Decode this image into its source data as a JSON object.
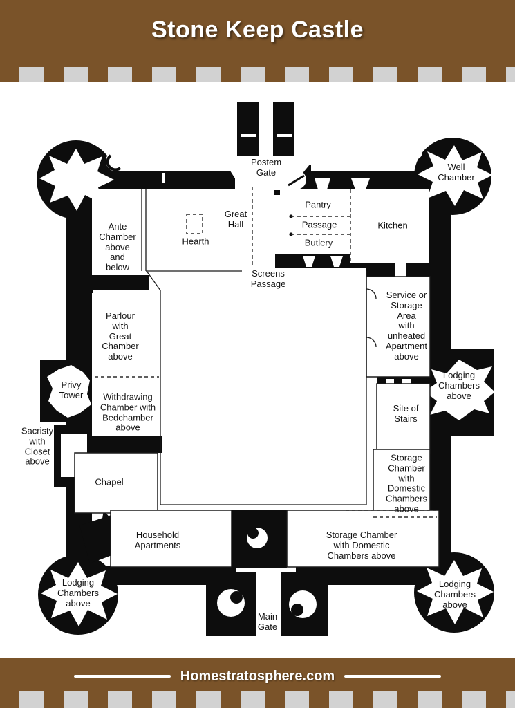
{
  "header": {
    "title": "Stone Keep Castle"
  },
  "footer": {
    "site_name": "Homestratosphere.com"
  },
  "colors": {
    "band_brown": "#7a5329",
    "battlement_gray": "#d2d2d2",
    "wall_black": "#0d0d0d",
    "background": "#ffffff"
  },
  "plan": {
    "labels": {
      "postern_gate": "Postem\nGate",
      "well_chamber": "Well\nChamber",
      "ante_chamber": "Ante\nChamber\nabove\nand\nbelow",
      "great_hall": "Great\nHall",
      "hearth": "Hearth",
      "screens_passage": "Screens\nPassage",
      "pantry": "Pantry",
      "passage": "Passage",
      "butlery": "Butlery",
      "kitchen": "Kitchen",
      "service_storage": "Service or\nStorage\nArea\nwith\nunheated\nApartment\nabove",
      "lodging_right": "Lodging\nChambers\nabove",
      "site_of_stairs": "Site of\nStairs",
      "storage_right": "Storage\nChamber\nwith\nDomestic\nChambers\nabove",
      "parlour": "Parlour\nwith\nGreat\nChamber\nabove",
      "privy_tower": "Privy\nTower",
      "withdrawing_chamber": "Withdrawing\nChamber with\nBedchamber\nabove",
      "sacristy": "Sacristy\nwith\nCloset\nabove",
      "chapel": "Chapel",
      "household_apartments": "Household\nApartments",
      "lodging_bottom_left": "Lodging\nChambers\nabove",
      "storage_bottom": "Storage Chamber\nwith Domestic\nChambers above",
      "main_gate": "Main\nGate",
      "lodging_bottom_right": "Lodging\nChambers\nabove"
    }
  }
}
